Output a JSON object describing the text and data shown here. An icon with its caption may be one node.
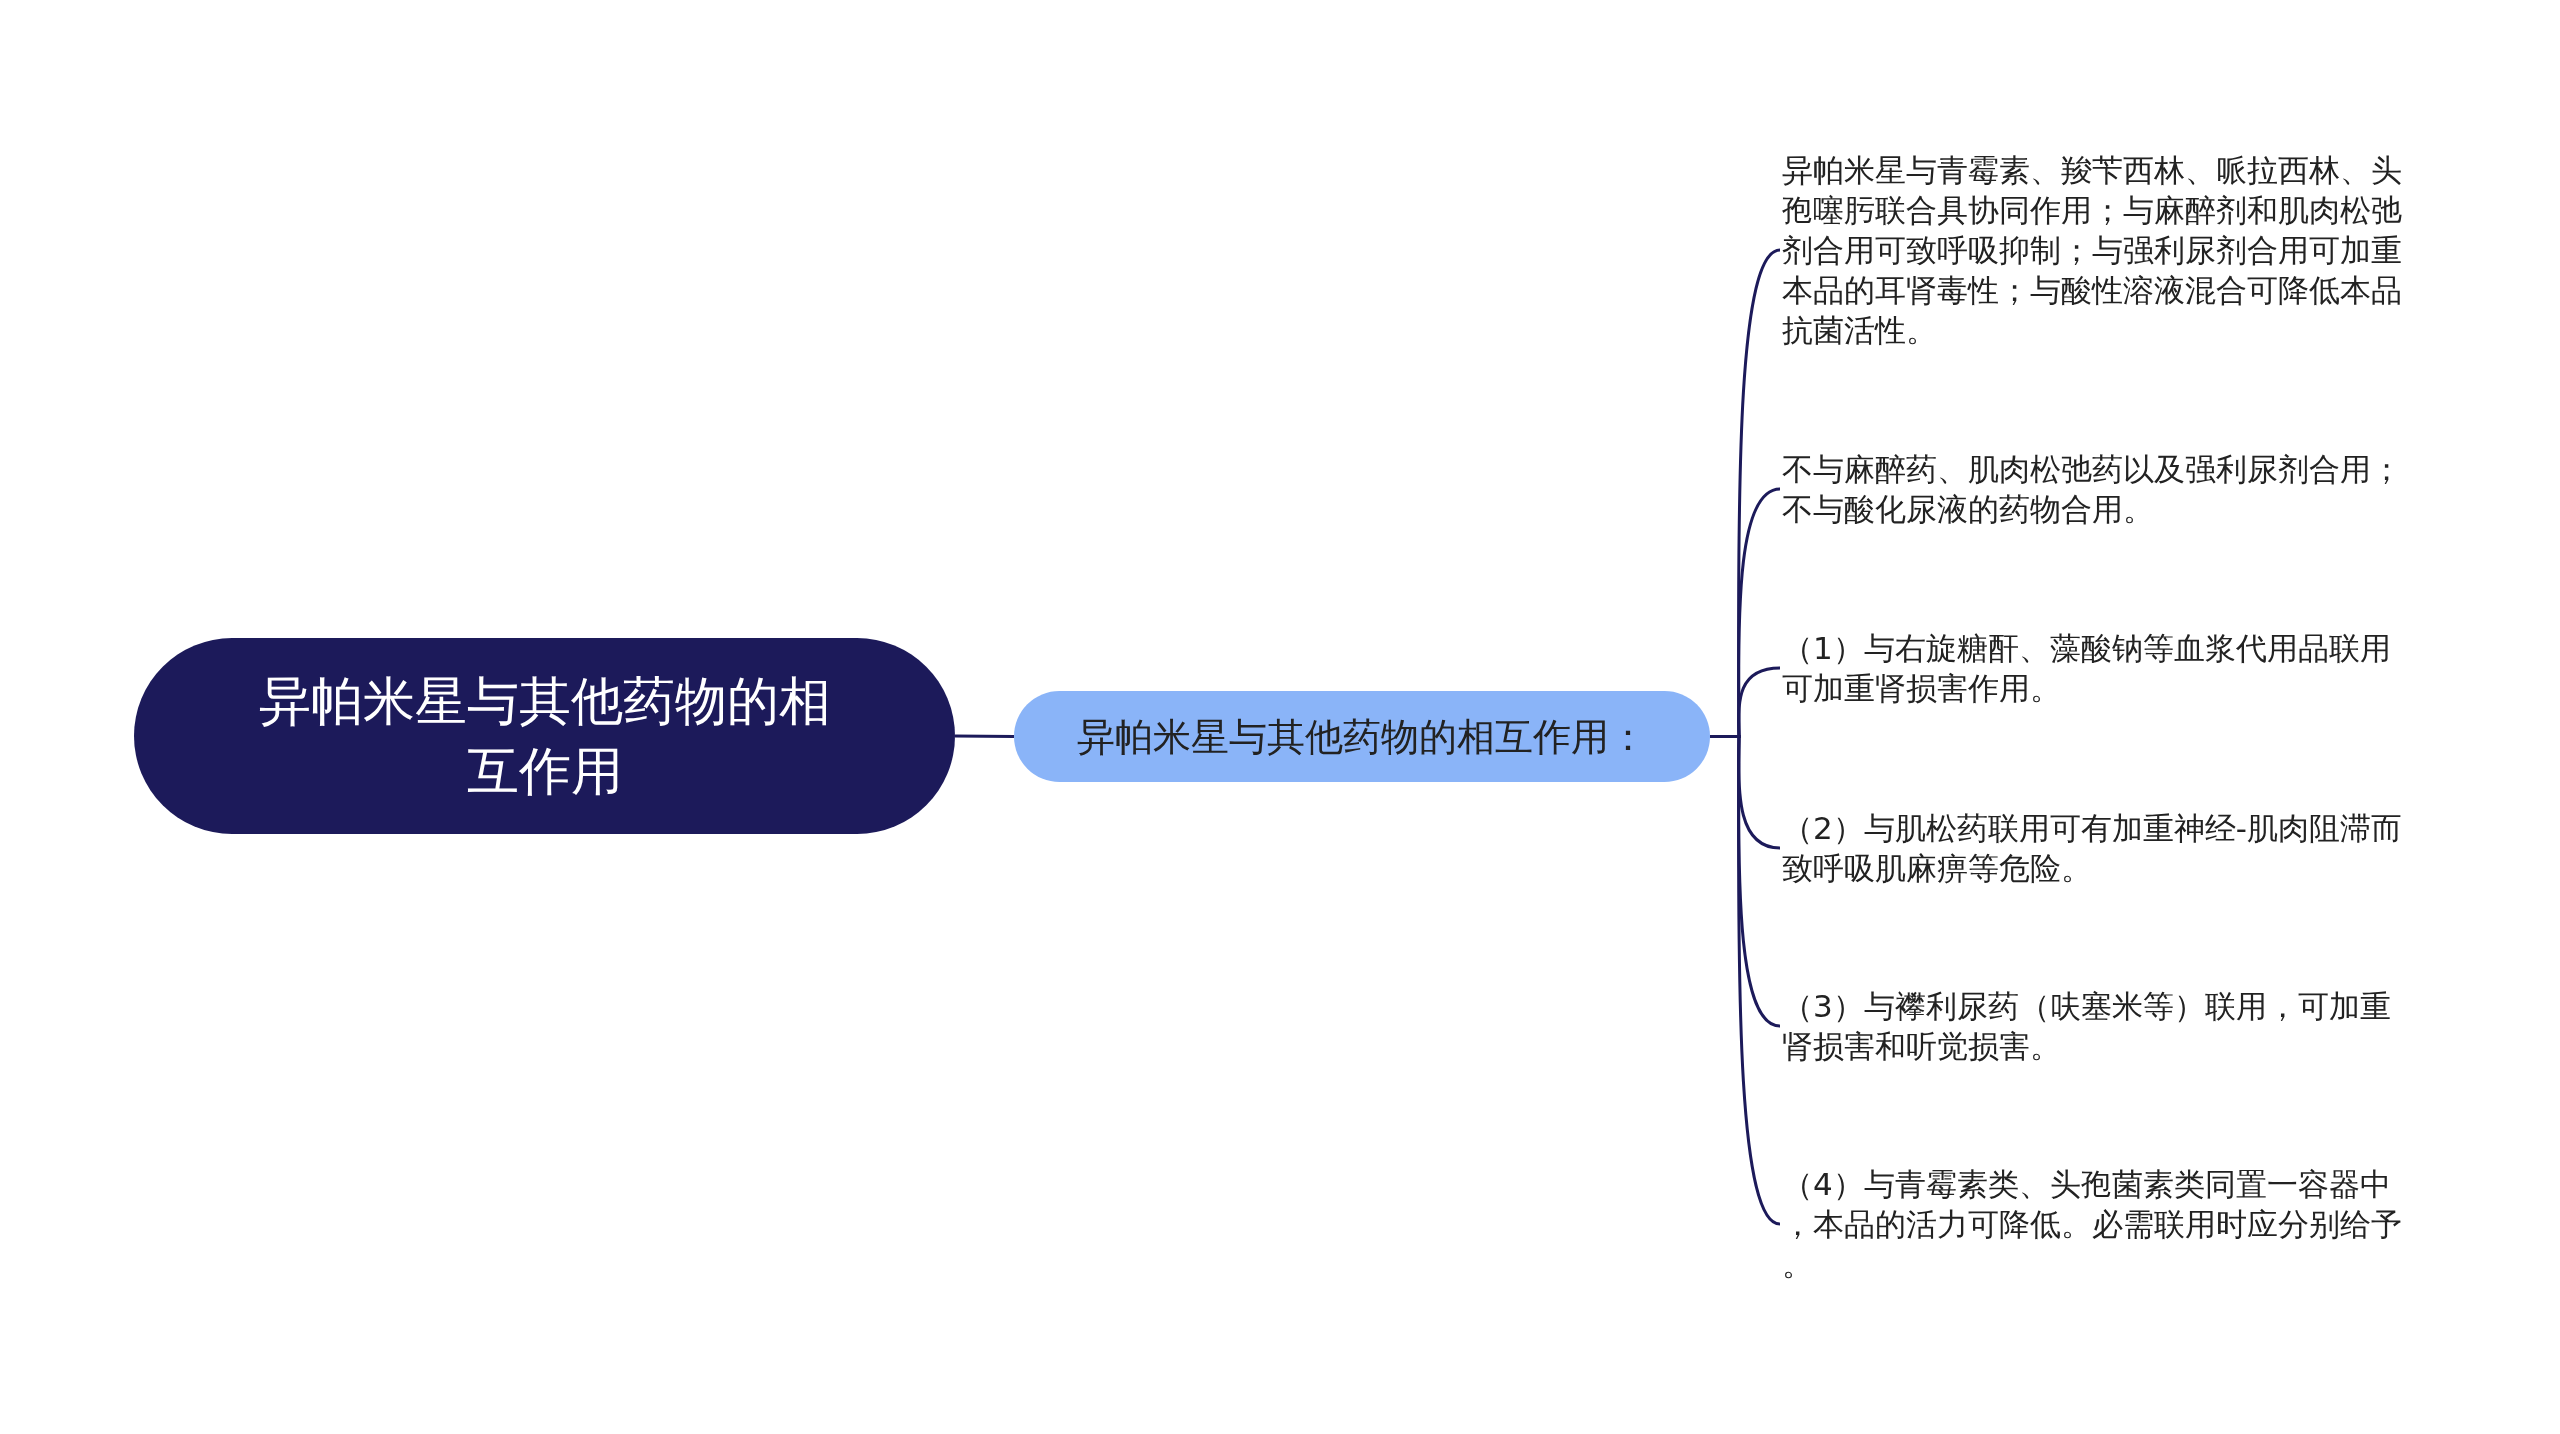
{
  "diagram": {
    "nodes": [
      {
        "text": [
          "异帕米星与其他药物的相互作用"
        ]
      },
      {
        "text": [
          "异帕米星与其他药物的相互作用："
        ]
      },
      {
        "text": [
          "异帕米星与青霉素、羧苄西林、哌拉西林、头孢噻肟联合具协同作用；与麻醉剂和肌肉松弛剂合用可致呼吸抑制；与强利尿剂合用可加重本品的耳肾毒性；与酸性溶液混合可降低本品抗菌活性。"
        ]
      },
      {
        "text": [
          "不与麻醉药、肌肉松弛药以及强利尿剂合用；不与酸化尿液的药物合用。"
        ]
      },
      {
        "text": [
          "（1）与右旋糖酐、藻酸钠等血浆代用品联用可加重肾损害作用。"
        ]
      },
      {
        "text": [
          "（2）与肌松药联用可有加重神经-肌肉阻滞而致呼吸肌麻痹等危险。"
        ]
      },
      {
        "text": [
          "（3）与襻利尿药（呋塞米等）联用，可加重肾损害和听觉损害。"
        ]
      },
      {
        "text": [
          "（4）与青霉素类、头孢菌素类同置一容器中，本品的活力可降低。必需联用时应分别给予。"
        ]
      }
    ],
    "edges": [
      {
        "from": 0,
        "to": 1,
        "arrow": "none"
      },
      {
        "from": 1,
        "to": 2,
        "arrow": "none"
      },
      {
        "from": 1,
        "to": 3,
        "arrow": "none"
      },
      {
        "from": 1,
        "to": 4,
        "arrow": "none"
      },
      {
        "from": 1,
        "to": 5,
        "arrow": "none"
      },
      {
        "from": 1,
        "to": 6,
        "arrow": "none"
      },
      {
        "from": 1,
        "to": 7,
        "arrow": "none"
      }
    ]
  }
}
